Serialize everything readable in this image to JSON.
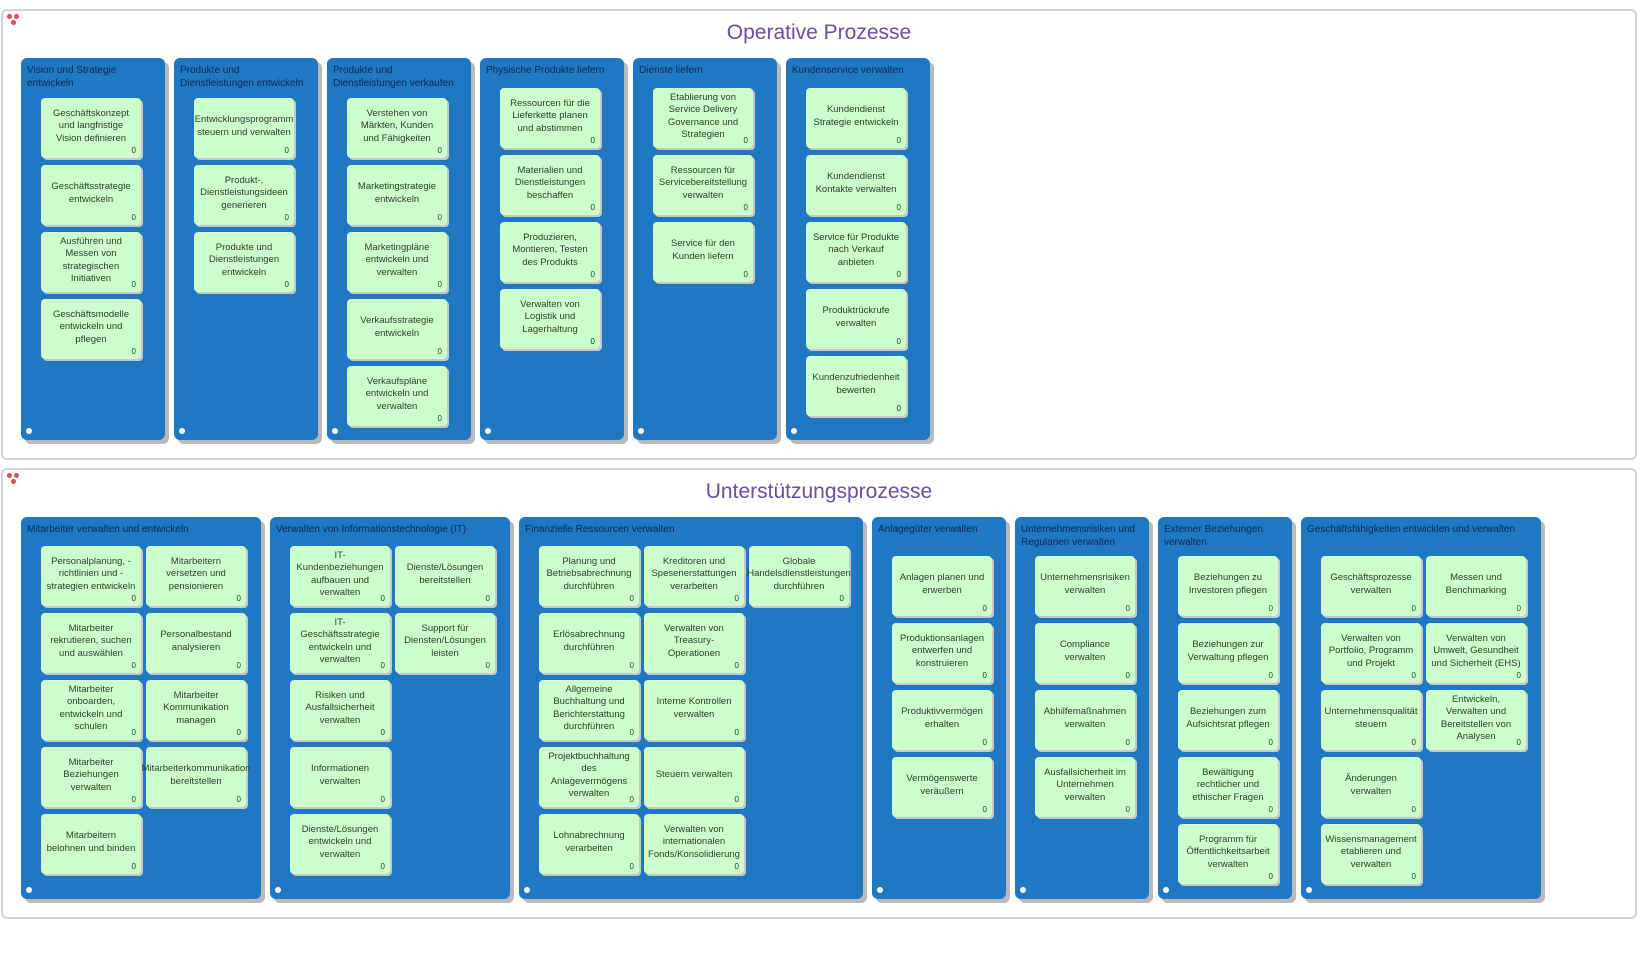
{
  "sections": [
    {
      "title": "Operative Prozesse",
      "columns": [
        {
          "title": "Vision und Strategie entwickeln",
          "cards": [
            {
              "label": "Geschäftskonzept und langfristige Vision definieren",
              "count": "0"
            },
            {
              "label": "Geschäftsstrategie entwickeln",
              "count": "0"
            },
            {
              "label": "Ausführen und Messen von strategischen Initiativen",
              "count": "0"
            },
            {
              "label": "Geschäftsmodelle entwickeln und pflegen",
              "count": "0"
            }
          ]
        },
        {
          "title": "Produkte und Dienstleistungen entwickeln",
          "cards": [
            {
              "label": "Entwicklungsprogramm steuern und verwalten",
              "count": "0"
            },
            {
              "label": "Produkt-, Dienstleistungsideen generieren",
              "count": "0"
            },
            {
              "label": "Produkte und Dienstleistungen entwickeln",
              "count": "0"
            }
          ]
        },
        {
          "title": "Produkte und Dienstleistungen verkaufen",
          "cards": [
            {
              "label": "Verstehen von Märkten, Kunden und Fähigkeiten",
              "count": "0"
            },
            {
              "label": "Marketingstrategie entwickeln",
              "count": "0"
            },
            {
              "label": "Marketingpläne entwickeln und verwalten",
              "count": "0"
            },
            {
              "label": "Verkaufsstrategie entwickeln",
              "count": "0"
            },
            {
              "label": "Verkaufspläne entwickeln und verwalten",
              "count": "0"
            }
          ]
        },
        {
          "title": "Physische Produkte liefern",
          "cards": [
            {
              "label": "Ressourcen für die Lieferkette planen und abstimmen",
              "count": "0"
            },
            {
              "label": "Materialien und Dienstleistungen beschaffen",
              "count": "0"
            },
            {
              "label": "Produzieren, Montieren, Testen des Produkts",
              "count": "0"
            },
            {
              "label": "Verwalten von Logistik und Lagerhaltung",
              "count": "0"
            }
          ]
        },
        {
          "title": "Dienste liefern",
          "cards": [
            {
              "label": "Etablierung von Service Delivery Governance und Strategien",
              "count": "0"
            },
            {
              "label": "Ressourcen für Servicebereitstellung verwalten",
              "count": "0"
            },
            {
              "label": "Service für den Kunden liefern",
              "count": "0"
            }
          ]
        },
        {
          "title": "Kundenservice verwalten",
          "cards": [
            {
              "label": "Kundendienst Strategie entwickeln",
              "count": "0"
            },
            {
              "label": "Kundendienst Kontakte verwalten",
              "count": "0"
            },
            {
              "label": "Service für Produkte nach Verkauf anbieten",
              "count": "0"
            },
            {
              "label": "Produktrückrufe verwalten",
              "count": "0"
            },
            {
              "label": "Kundenzufriedenheit bewerten",
              "count": "0"
            }
          ]
        }
      ]
    },
    {
      "title": "Unterstützungsprozesse",
      "columns": [
        {
          "title": "Mitarbeiter verwalten und entwickeln",
          "cards": [
            {
              "label": "Personalplanung, -richtlinien und -strategien entwickeln",
              "count": "0"
            },
            {
              "label": "Mitarbeitern versetzen und pensionieren",
              "count": "0"
            },
            {
              "label": "Mitarbeiter rekrutieren, suchen und auswählen",
              "count": "0"
            },
            {
              "label": "Personalbestand analysieren",
              "count": "0"
            },
            {
              "label": "Mitarbeiter onboarden, entwickeln und schulen",
              "count": "0"
            },
            {
              "label": "Mitarbeiter Kommunikation managen",
              "count": "0"
            },
            {
              "label": "Mitarbeiter Beziehungen verwalten",
              "count": "0"
            },
            {
              "label": "Mitarbeiterkommunikation bereitstellen",
              "count": "0"
            },
            {
              "label": "Mitarbeitern belohnen und binden",
              "count": "0"
            }
          ]
        },
        {
          "title": "Verwalten von Informationstechnologie (IT)",
          "cards": [
            {
              "label": "IT-Kundenbeziehungen aufbauen und verwalten",
              "count": "0"
            },
            {
              "label": "Dienste/Lösungen bereitstellen",
              "count": "0"
            },
            {
              "label": "IT-Geschäftsstrategie entwickeln und verwalten",
              "count": "0"
            },
            {
              "label": "Support für Diensten/Lösungen leisten",
              "count": "0"
            },
            {
              "label": "Risiken und Ausfallsicherheit verwalten",
              "count": "0"
            },
            {
              "label": "Informationen verwalten",
              "count": "0"
            },
            {
              "label": "Dienste/Lösungen entwickeln und verwalten",
              "count": "0"
            }
          ]
        },
        {
          "title": "Finanzielle Ressourcen verwalten",
          "cards": [
            {
              "label": "Planung und Betriebsabrechnung durchführen",
              "count": "0"
            },
            {
              "label": "Kreditoren und Spesenerstattungen verarbeiten",
              "count": "0"
            },
            {
              "label": "Globale Handelsdienstleistungen durchführen",
              "count": "0"
            },
            {
              "label": "Erlösabrechnung durchführen",
              "count": "0"
            },
            {
              "label": "Verwalten von Treasury-Operationen",
              "count": "0"
            },
            {
              "label": "Allgemeine Buchhaltung und Berichterstattung durchführen",
              "count": "0"
            },
            {
              "label": "Interne Kontrollen verwalten",
              "count": "0"
            },
            {
              "label": "Projektbuchhaltung des Anlagevermögens verwalten",
              "count": "0"
            },
            {
              "label": "Steuern verwalten",
              "count": "0"
            },
            {
              "label": "Lohnabrechnung verarbeiten",
              "count": "0"
            },
            {
              "label": "Verwalten von internationalen Fonds/Konsolidierung",
              "count": "0"
            }
          ]
        },
        {
          "title": "Anlagegüter verwalten",
          "cards": [
            {
              "label": "Anlagen planen und erwerben",
              "count": "0"
            },
            {
              "label": "Produktionsanlagen entwerfen und konstruieren",
              "count": "0"
            },
            {
              "label": "Produktivvermögen erhalten",
              "count": "0"
            },
            {
              "label": "Vermögenswerte veräußern",
              "count": "0"
            }
          ]
        },
        {
          "title": "Unternehmensrisiken und Regularien verwalten",
          "cards": [
            {
              "label": "Unternehmensrisiken verwalten",
              "count": "0"
            },
            {
              "label": "Compliance verwalten",
              "count": "0"
            },
            {
              "label": "Abhilfemaßnahmen verwalten",
              "count": "0"
            },
            {
              "label": "Ausfallsicherheit im Unternehmen verwalten",
              "count": "0"
            }
          ]
        },
        {
          "title": "Externer Beziehungen verwalten",
          "cards": [
            {
              "label": "Beziehungen zu Investoren pflegen",
              "count": "0"
            },
            {
              "label": "Beziehungen zur Verwaltung pflegen",
              "count": "0"
            },
            {
              "label": "Beziehungen zum Aufsichtsrat pflegen",
              "count": "0"
            },
            {
              "label": "Bewältigung rechtlicher und ethischer Fragen",
              "count": "0"
            },
            {
              "label": "Programm für Öffentlichkeitsarbeit verwalten",
              "count": "0"
            }
          ]
        },
        {
          "title": "Geschäftsfähigkeiten entwicklen und verwalten",
          "cards": [
            {
              "label": "Geschäftsprozesse verwalten",
              "count": "0"
            },
            {
              "label": "Messen und Benchmarking",
              "count": "0"
            },
            {
              "label": "Verwalten von Portfolio, Programm und Projekt",
              "count": "0"
            },
            {
              "label": "Verwalten von Umwelt, Gesundheit und Sicherheit (EHS)",
              "count": "0"
            },
            {
              "label": "Unternehmensqualität steuern",
              "count": "0"
            },
            {
              "label": "Entwickeln, Verwalten und Bereitstellen von Analysen",
              "count": "0"
            },
            {
              "label": "Änderungen verwalten",
              "count": "0"
            },
            {
              "label": "Wissensmanagement etablieren und verwalten",
              "count": "0"
            }
          ]
        }
      ]
    }
  ]
}
